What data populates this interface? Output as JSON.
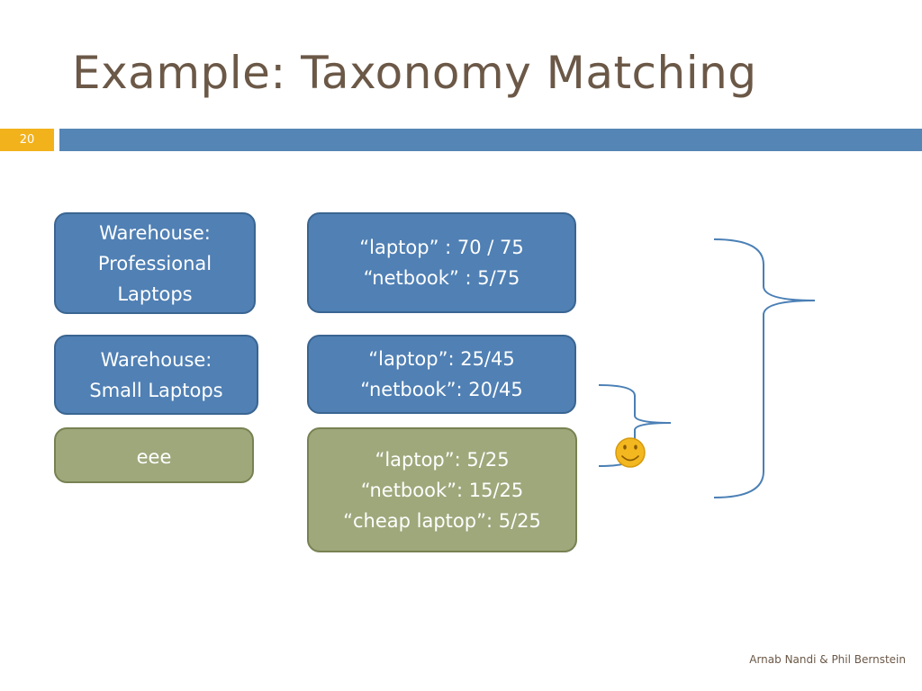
{
  "slide": {
    "title": "Example: Taxonomy Matching",
    "page_number": "20",
    "footer": "Arnab Nandi & Phil Bernstein"
  },
  "warehouses": [
    {
      "lines": [
        "Warehouse:",
        "Professional",
        "Laptops"
      ]
    },
    {
      "lines": [
        "Warehouse:",
        "Small Laptops"
      ]
    },
    {
      "lines": [
        "eee"
      ]
    }
  ],
  "distributions": [
    {
      "lines": [
        "“laptop” : 70 / 75",
        "“netbook” : 5/75"
      ]
    },
    {
      "lines": [
        "“laptop”: 25/45",
        "“netbook”: 20/45"
      ]
    },
    {
      "lines": [
        "“laptop”: 5/25",
        "“netbook”: 15/25",
        "“cheap laptop”: 5/25"
      ]
    }
  ],
  "colors": {
    "box_blue": "#5080b4",
    "box_green": "#9ea87b",
    "accent_orange": "#f2b21b",
    "title_text": "#6b5847",
    "brace": "#4a7fb5"
  },
  "icons": [
    "smiley-face-icon",
    "curly-brace-icon"
  ]
}
